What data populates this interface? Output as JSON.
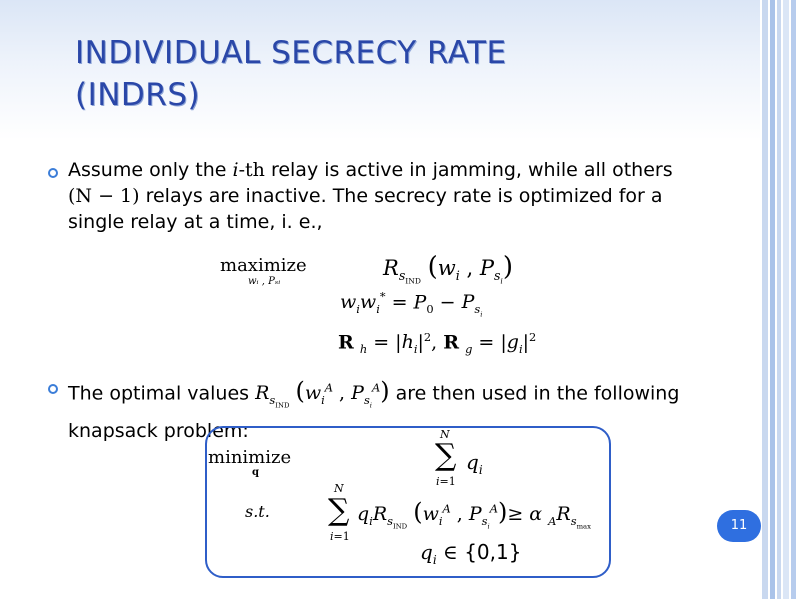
{
  "slide": {
    "title_line1": "INDIVIDUAL SECRECY RATE",
    "title_line2": "(INDRS)",
    "page_number": "11"
  },
  "bullet1": {
    "t1": "Assume only the ",
    "i": "i",
    "th": "-th",
    "t2": " relay is active in jamming, while all others",
    "n_expr": "(N − 1)",
    "t3": " relays are inactive. The secrecy rate is optimized for a",
    "t4": "single relay at a time,  i. e.,"
  },
  "problem1": {
    "maximize": "maximize",
    "max_sub": "wᵢ , Pₛᵢ",
    "objective": "R_sIND (w_i , P_si)",
    "constraint": "w_i w_i* = P_0 − P_si",
    "definitions": "R_h = |h_i|², R_g = |g_i|²"
  },
  "bullet2": {
    "t1": "The optimal values ",
    "expr": "R_sIND (w_i^A , P_si^A)",
    "t2": " are then used in the following",
    "t3": "knapsack problem:"
  },
  "problem2": {
    "minimize": "minimize",
    "min_sub": "q",
    "objective": "Σ_{i=1}^{N} q_i",
    "st": "s.t.",
    "constraint1": "Σ_{i=1}^{N} q_i R_sIND (w_i^A , P_si^A) ≥ α_A R_smax",
    "constraint2": "q_i ∈ {0,1}"
  },
  "colors": {
    "title": "#2a47a8",
    "accent": "#2f6fe0",
    "bullet": "#3b7dd8"
  }
}
